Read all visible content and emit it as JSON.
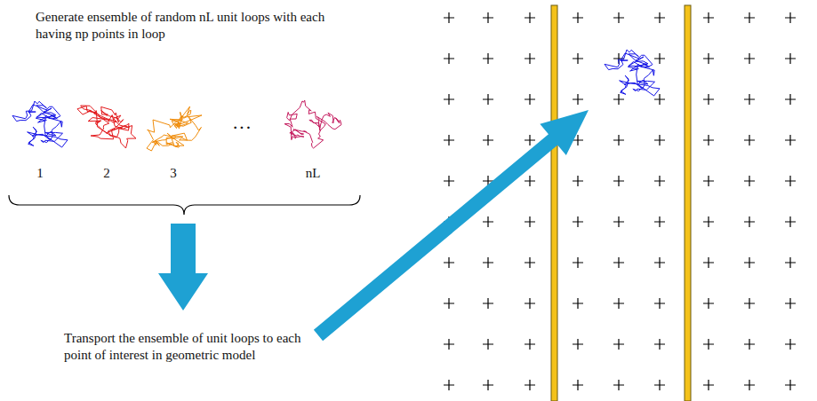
{
  "diagram": {
    "labels": [
      "Generate ensemble of random nL unit loops with each having np points in loop",
      "1",
      "2",
      "3",
      "···",
      "nL",
      "Transport the ensemble of unit loops to each point of interest in geometric model"
    ]
  }
}
